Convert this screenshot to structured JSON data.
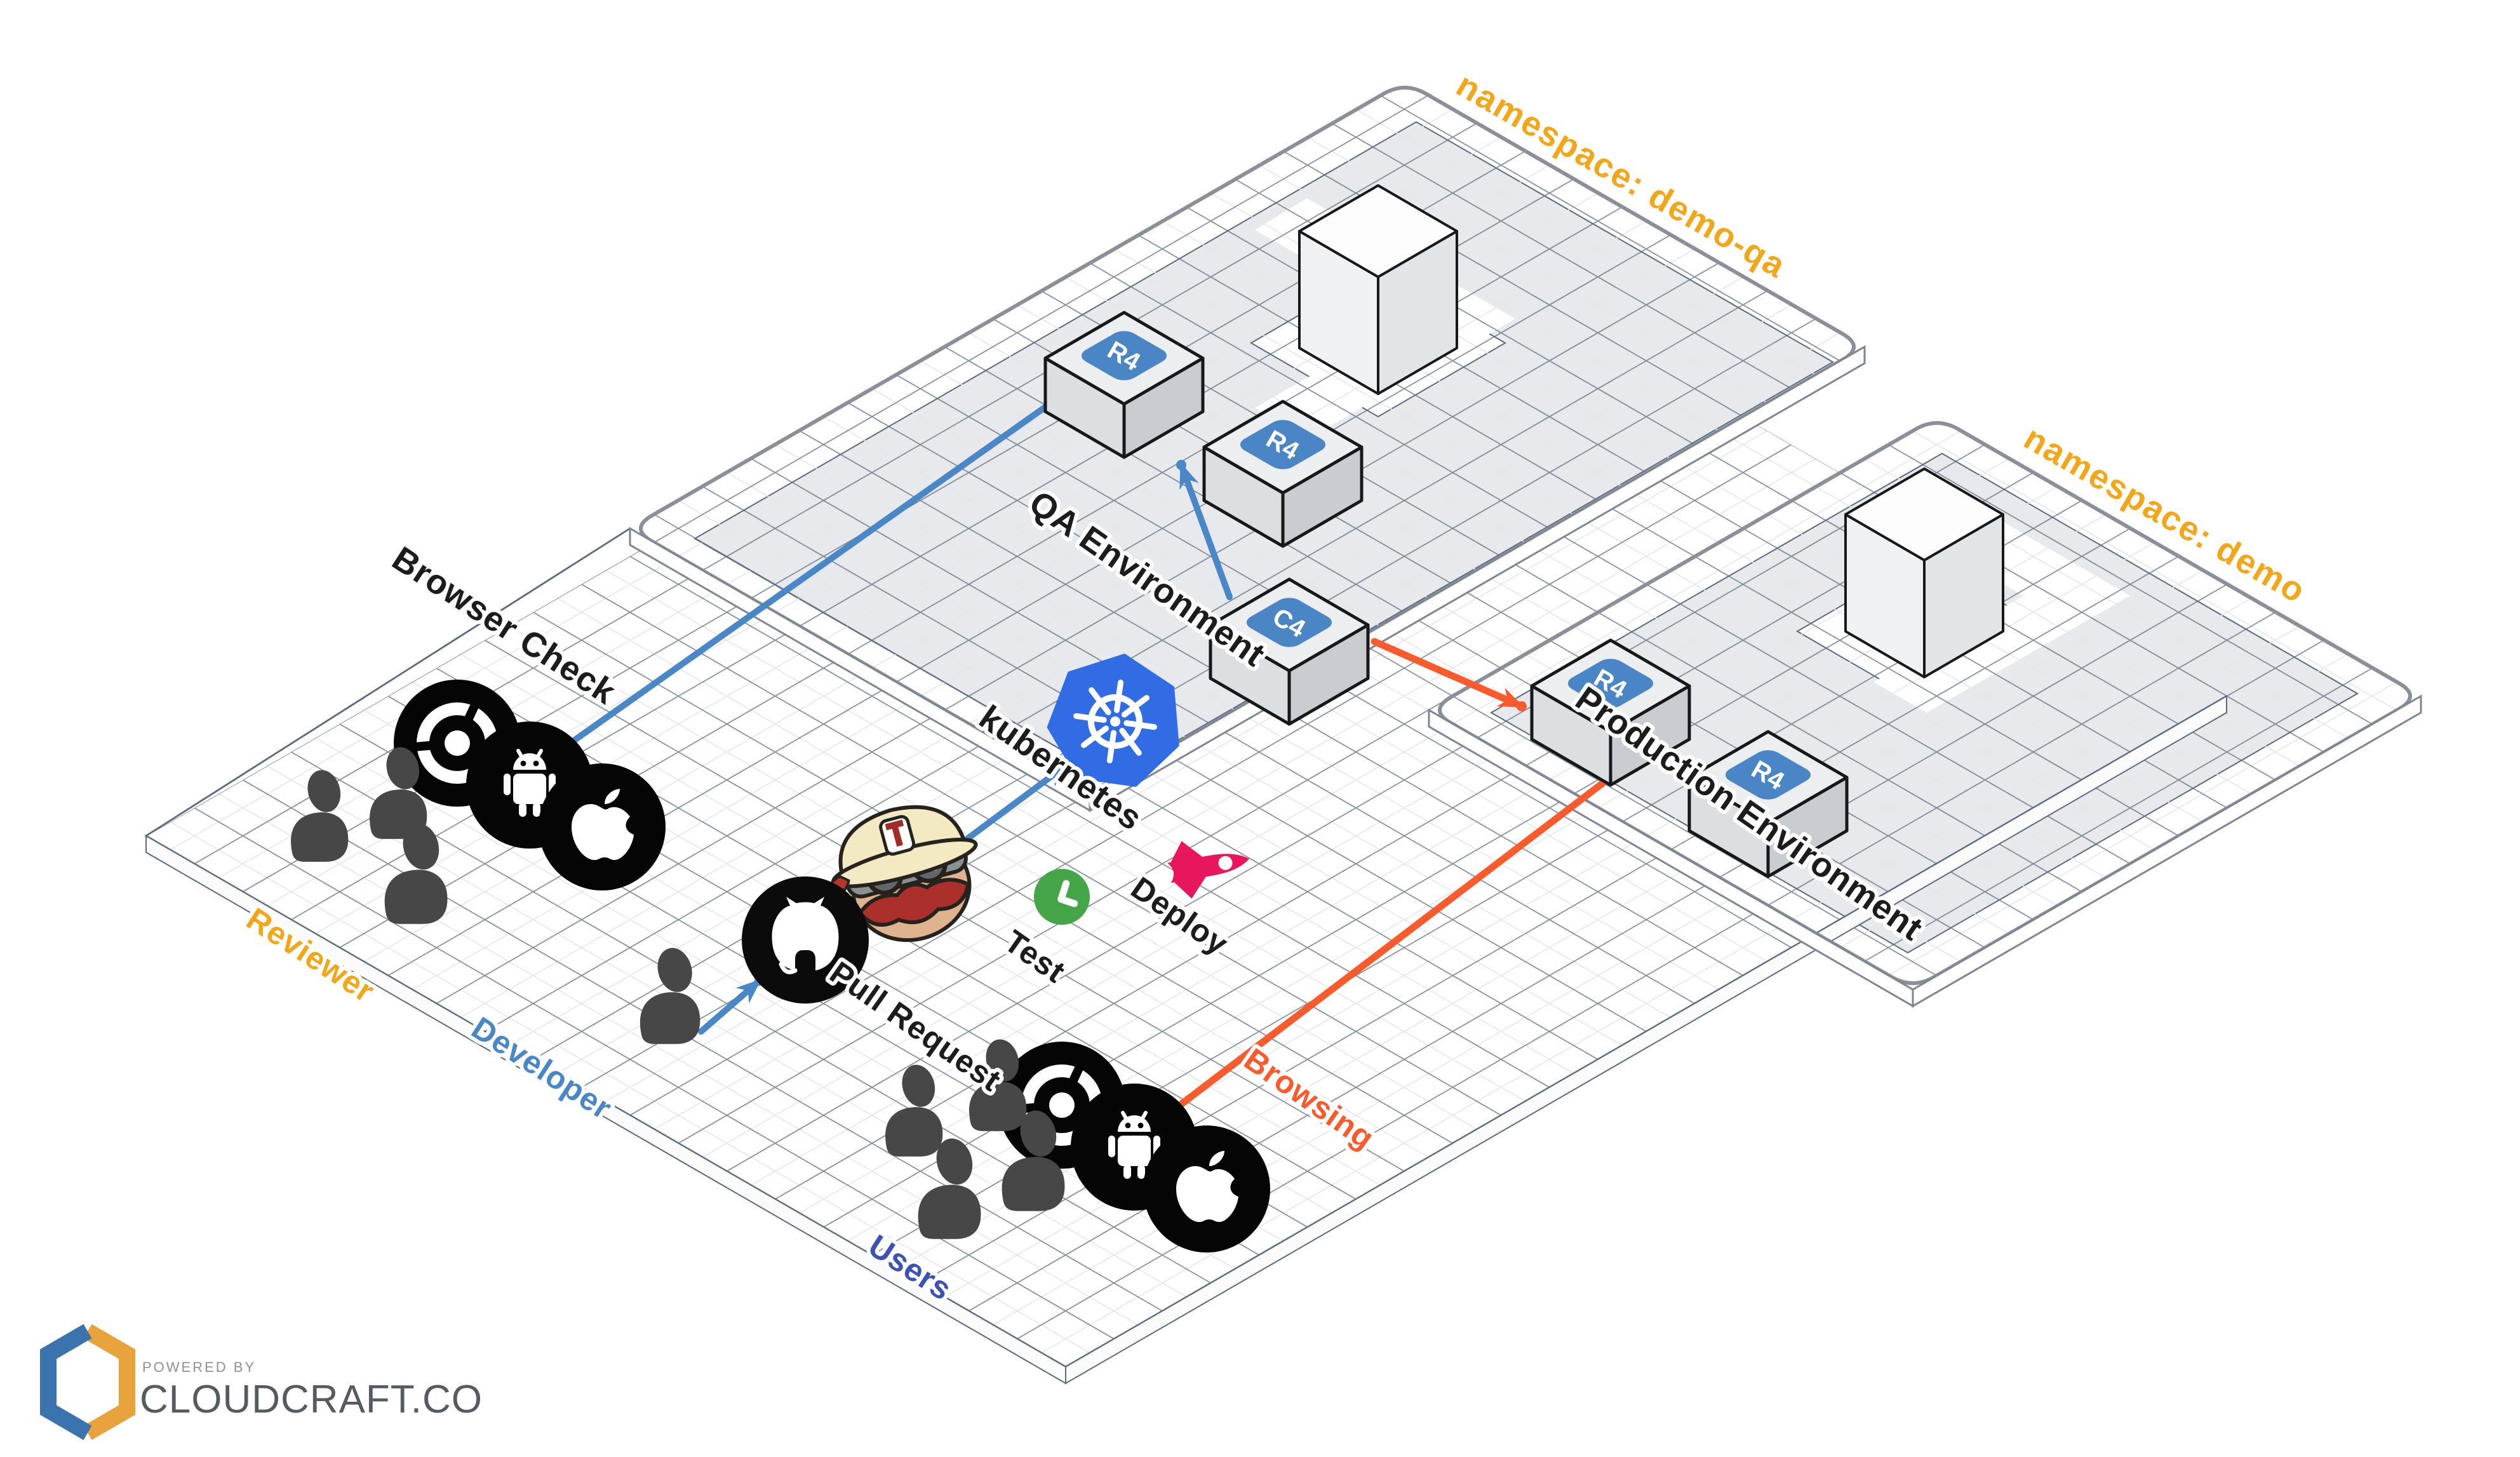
{
  "namespaces": {
    "qa": "namespace: demo-qa",
    "prod": "namespace: demo"
  },
  "environments": {
    "qa": "QA Environment",
    "prod": "Production Environment"
  },
  "flows": {
    "browser_check": "Browser Check",
    "pull_request": "Pull Request",
    "test": "Test",
    "deploy": "Deploy",
    "browsing": "Browsing"
  },
  "actors": {
    "reviewer": "Reviewer",
    "developer": "Developer",
    "users": "Users"
  },
  "services": {
    "kubernetes": "kubernetes"
  },
  "boxes": {
    "qa_r4_a": "R4",
    "qa_r4_b": "R4",
    "qa_c4": "C4",
    "prod_r4_a": "R4",
    "prod_r4_b": "R4"
  },
  "icons": {
    "kubernetes": "kubernetes-helm-wheel",
    "chrome": "chrome-browser",
    "android": "android-robot",
    "apple": "apple-logo",
    "github": "github-octocat",
    "travis": "travis-ci-builder-mascot",
    "test": "green-clock-check",
    "deploy": "pink-rocket",
    "person": "person-silhouette",
    "cloudcraft": "isometric-cube-logo"
  },
  "footer": {
    "powered_by": "POWERED BY",
    "brand": "CLOUDCRAFT.CO"
  },
  "colors": {
    "accent_blue": "#4a87c6",
    "accent_orange": "#f95b2d",
    "namespace_gold": "#f2a71b",
    "users_indigo": "#3c52b4",
    "kubernetes_blue": "#326ce5",
    "test_green": "#45a649",
    "deploy_pink": "#e8175d",
    "floor_gray": "#e7e9ec",
    "grid_slate": "#5f6e7e"
  }
}
